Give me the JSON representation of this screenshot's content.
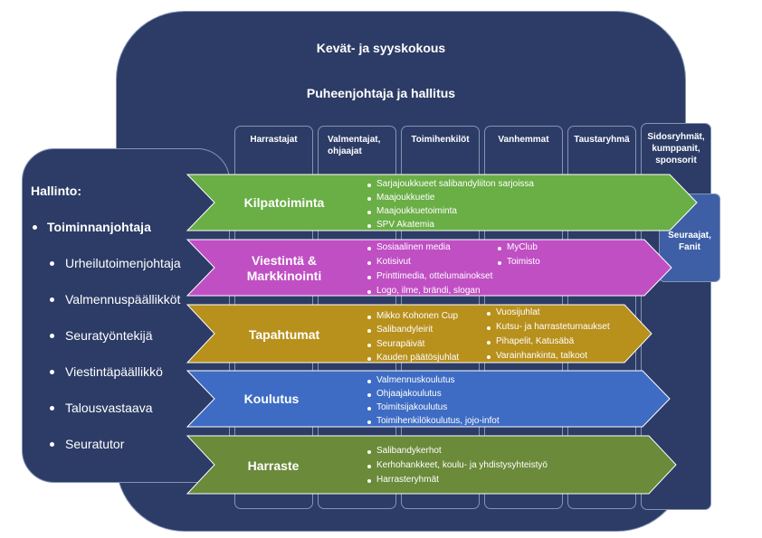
{
  "header": {
    "meetings": "Kevät- ja syyskokous",
    "board": "Puheenjohtaja ja hallitus"
  },
  "columns": [
    "Harrastajat",
    "Valmentajat, ohjaajat",
    "Toimihenkilöt",
    "Vanhemmat",
    "Taustaryhmä",
    "Sidosryhmät, kumppanit, sponsorit"
  ],
  "hallinto": {
    "title": "Hallinto:",
    "head": "Toiminnanjohtaja",
    "roles": [
      "Urheilutoimenjohtaja",
      "Valmennuspäällikköt",
      "Seuratyöntekijä",
      "Viestintäpäällikkö",
      "Talousvastaava",
      "Seuratutor"
    ]
  },
  "followers": "Seuraajat, Fanit",
  "arrows": [
    {
      "label": "Kilpatoiminta",
      "color": "#6aae46",
      "col1": [
        "Sarjajoukkueet salibandyliiton sarjoissa",
        "Maajoukkuetie",
        "Maajoukkuetoiminta",
        "SPV Akatemia"
      ],
      "col2": []
    },
    {
      "label": "Viestintä & Markkinointi",
      "color": "#c04fc4",
      "col1": [
        "Sosiaalinen media",
        "Kotisivut",
        "Printtimedia, ottelumainokset",
        "Logo, ilme, brändi, slogan"
      ],
      "col2": [
        "MyClub",
        "Toimisto"
      ]
    },
    {
      "label": "Tapahtumat",
      "color": "#b8901c",
      "col1": [
        "Mikko Kohonen Cup",
        "Salibandyleirit",
        "Seurapäivät",
        "Kauden päätösjuhlat"
      ],
      "col2": [
        "Vuosijuhlat",
        "Kutsu- ja harrasteturnaukset",
        "Pihapelit, Katusäbä",
        "Varainhankinta, talkoot"
      ]
    },
    {
      "label": "Koulutus",
      "color": "#3e6cc4",
      "col1": [
        "Valmennuskoulutus",
        "Ohjaajakoulutus",
        "Toimitsijakoulutus",
        "Toimihenkilökoulutus, jojo-infot"
      ],
      "col2": []
    },
    {
      "label": "Harraste",
      "color": "#6b8a3a",
      "col1": [
        "Salibandykerhot",
        "Kerhohankkeet, koulu- ja yhdistysyhteistyö",
        "Harrasteryhmät"
      ],
      "col2": []
    }
  ]
}
